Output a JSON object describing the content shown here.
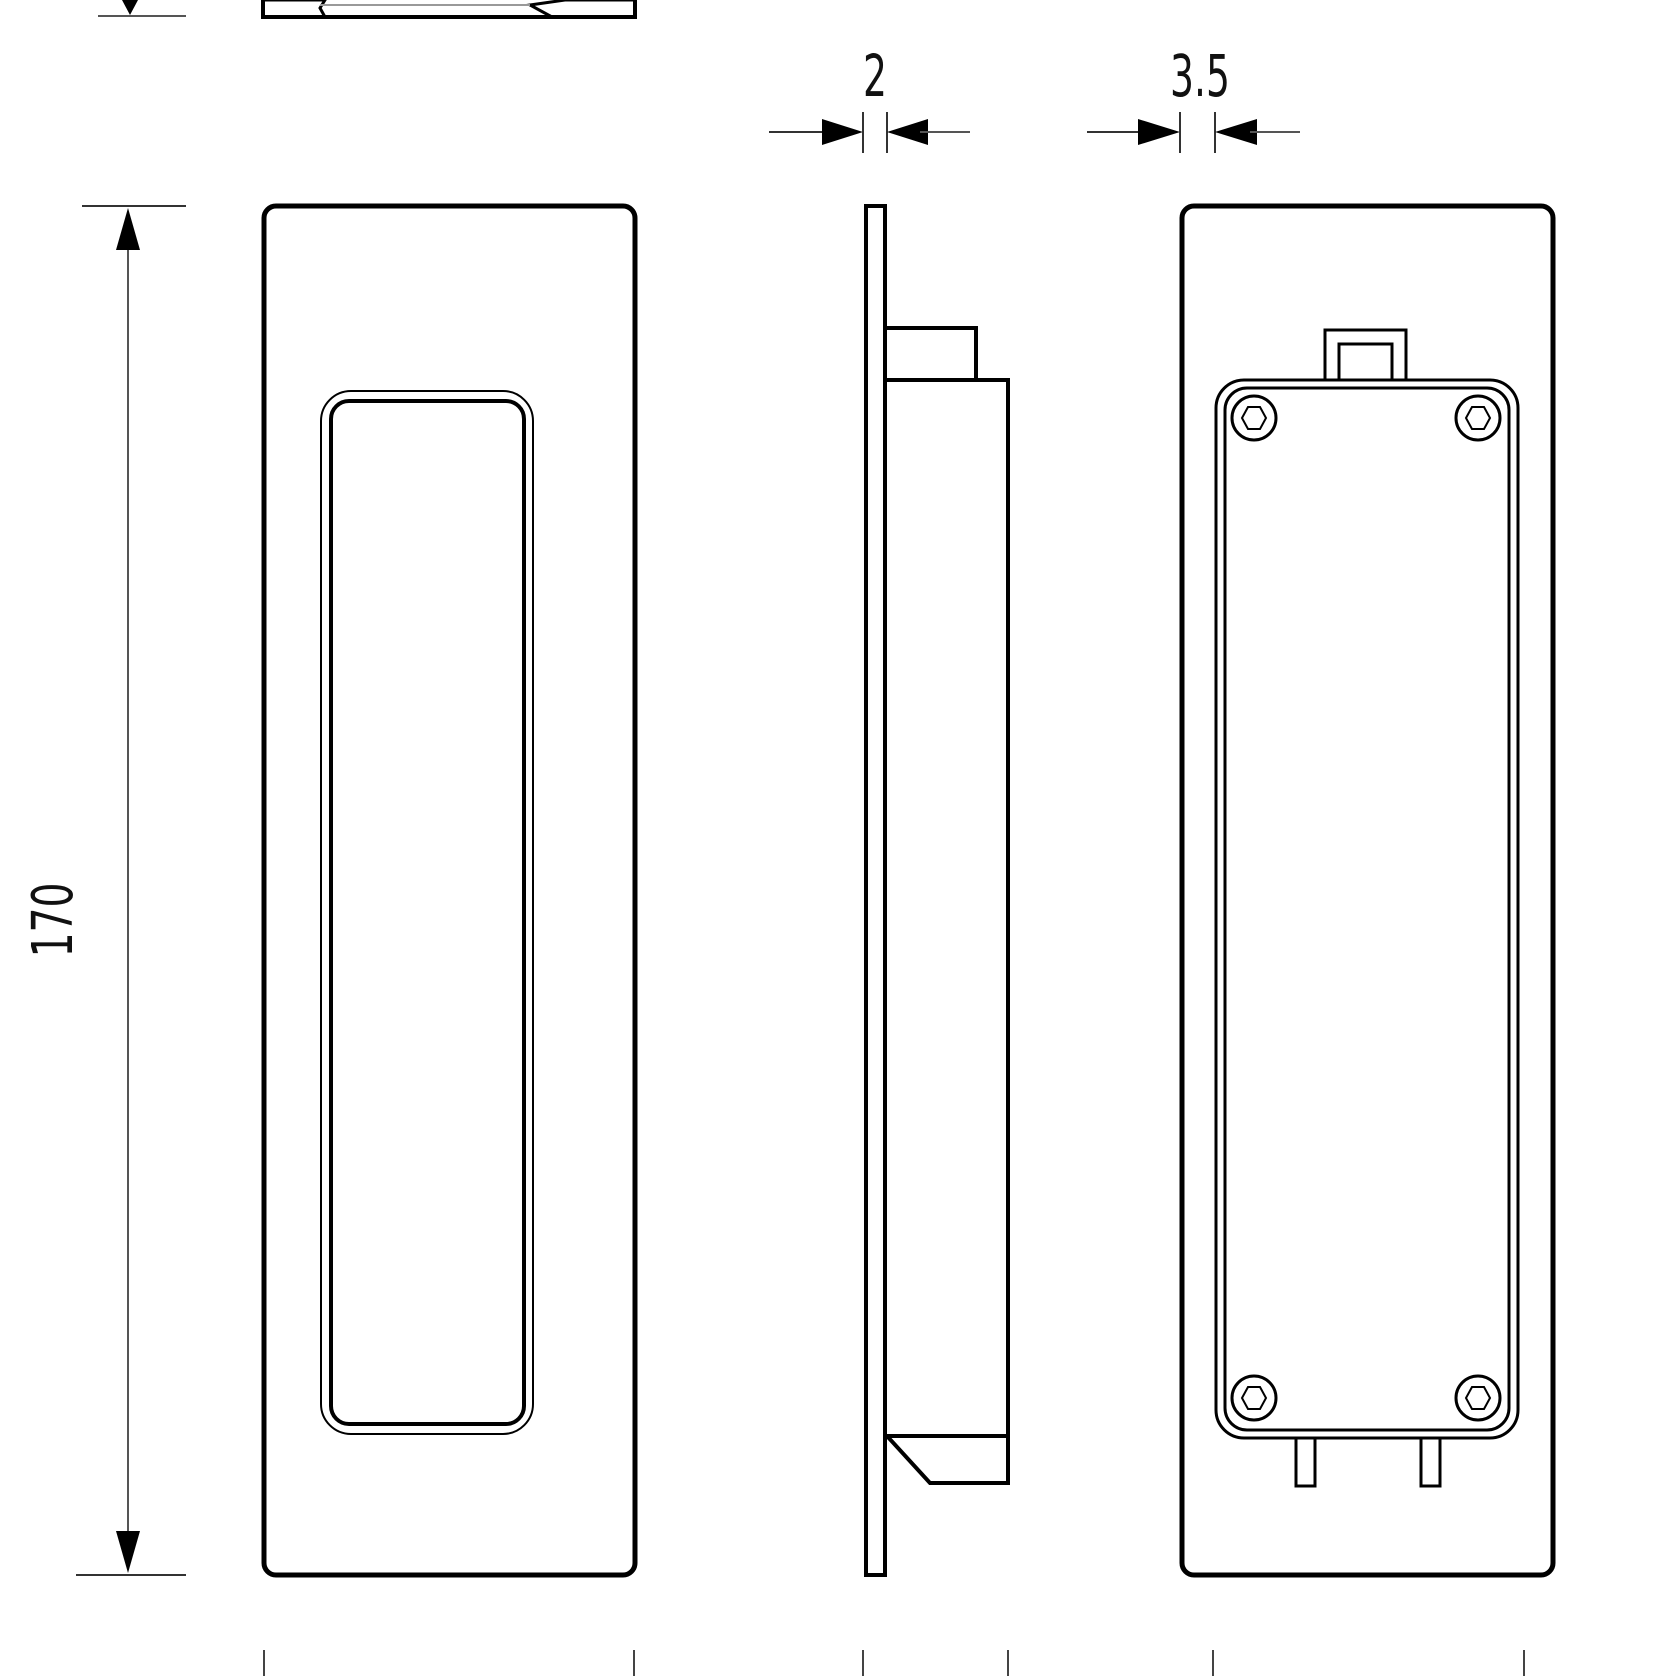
{
  "drawing": {
    "type": "technical-drawing",
    "subject": "flush pull handle (sliding door) — front, side and back views",
    "line_color": "#000000",
    "background": "#ffffff",
    "dimensions": {
      "height": {
        "value": "170",
        "orientation": "vertical"
      },
      "plate_thickness": {
        "value": "2",
        "orientation": "horizontal"
      },
      "back_offset": {
        "value": "3.5",
        "orientation": "horizontal"
      }
    },
    "views": [
      {
        "id": "top-section",
        "label": "top section view (partial)"
      },
      {
        "id": "front-view",
        "label": "front view"
      },
      {
        "id": "side-view",
        "label": "side view"
      },
      {
        "id": "back-view",
        "label": "back view"
      }
    ],
    "back_view": {
      "screw_count": 4,
      "pin_count": 2,
      "tab_count": 1
    }
  }
}
